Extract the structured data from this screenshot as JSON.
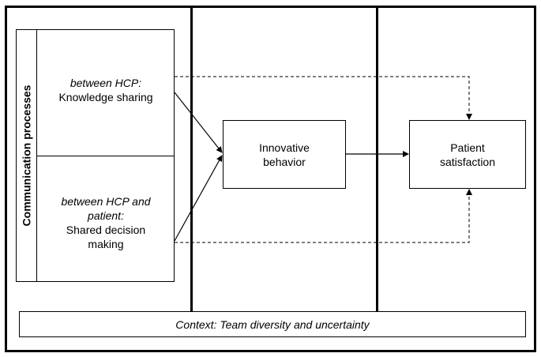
{
  "diagram": {
    "sidebar_label": "Communication processes",
    "hcp_block": {
      "qualifier": "between HCP:",
      "label": "Knowledge sharing"
    },
    "patient_block": {
      "qualifier_line1": "between HCP and",
      "qualifier_line2": "patient:",
      "label_line1": "Shared decision",
      "label_line2": "making"
    },
    "innovative_box": {
      "line1": "Innovative",
      "line2": "behavior"
    },
    "satisfaction_box": {
      "line1": "Patient",
      "line2": "satisfaction"
    },
    "context_bar": "Context: Team diversity and uncertainty"
  }
}
